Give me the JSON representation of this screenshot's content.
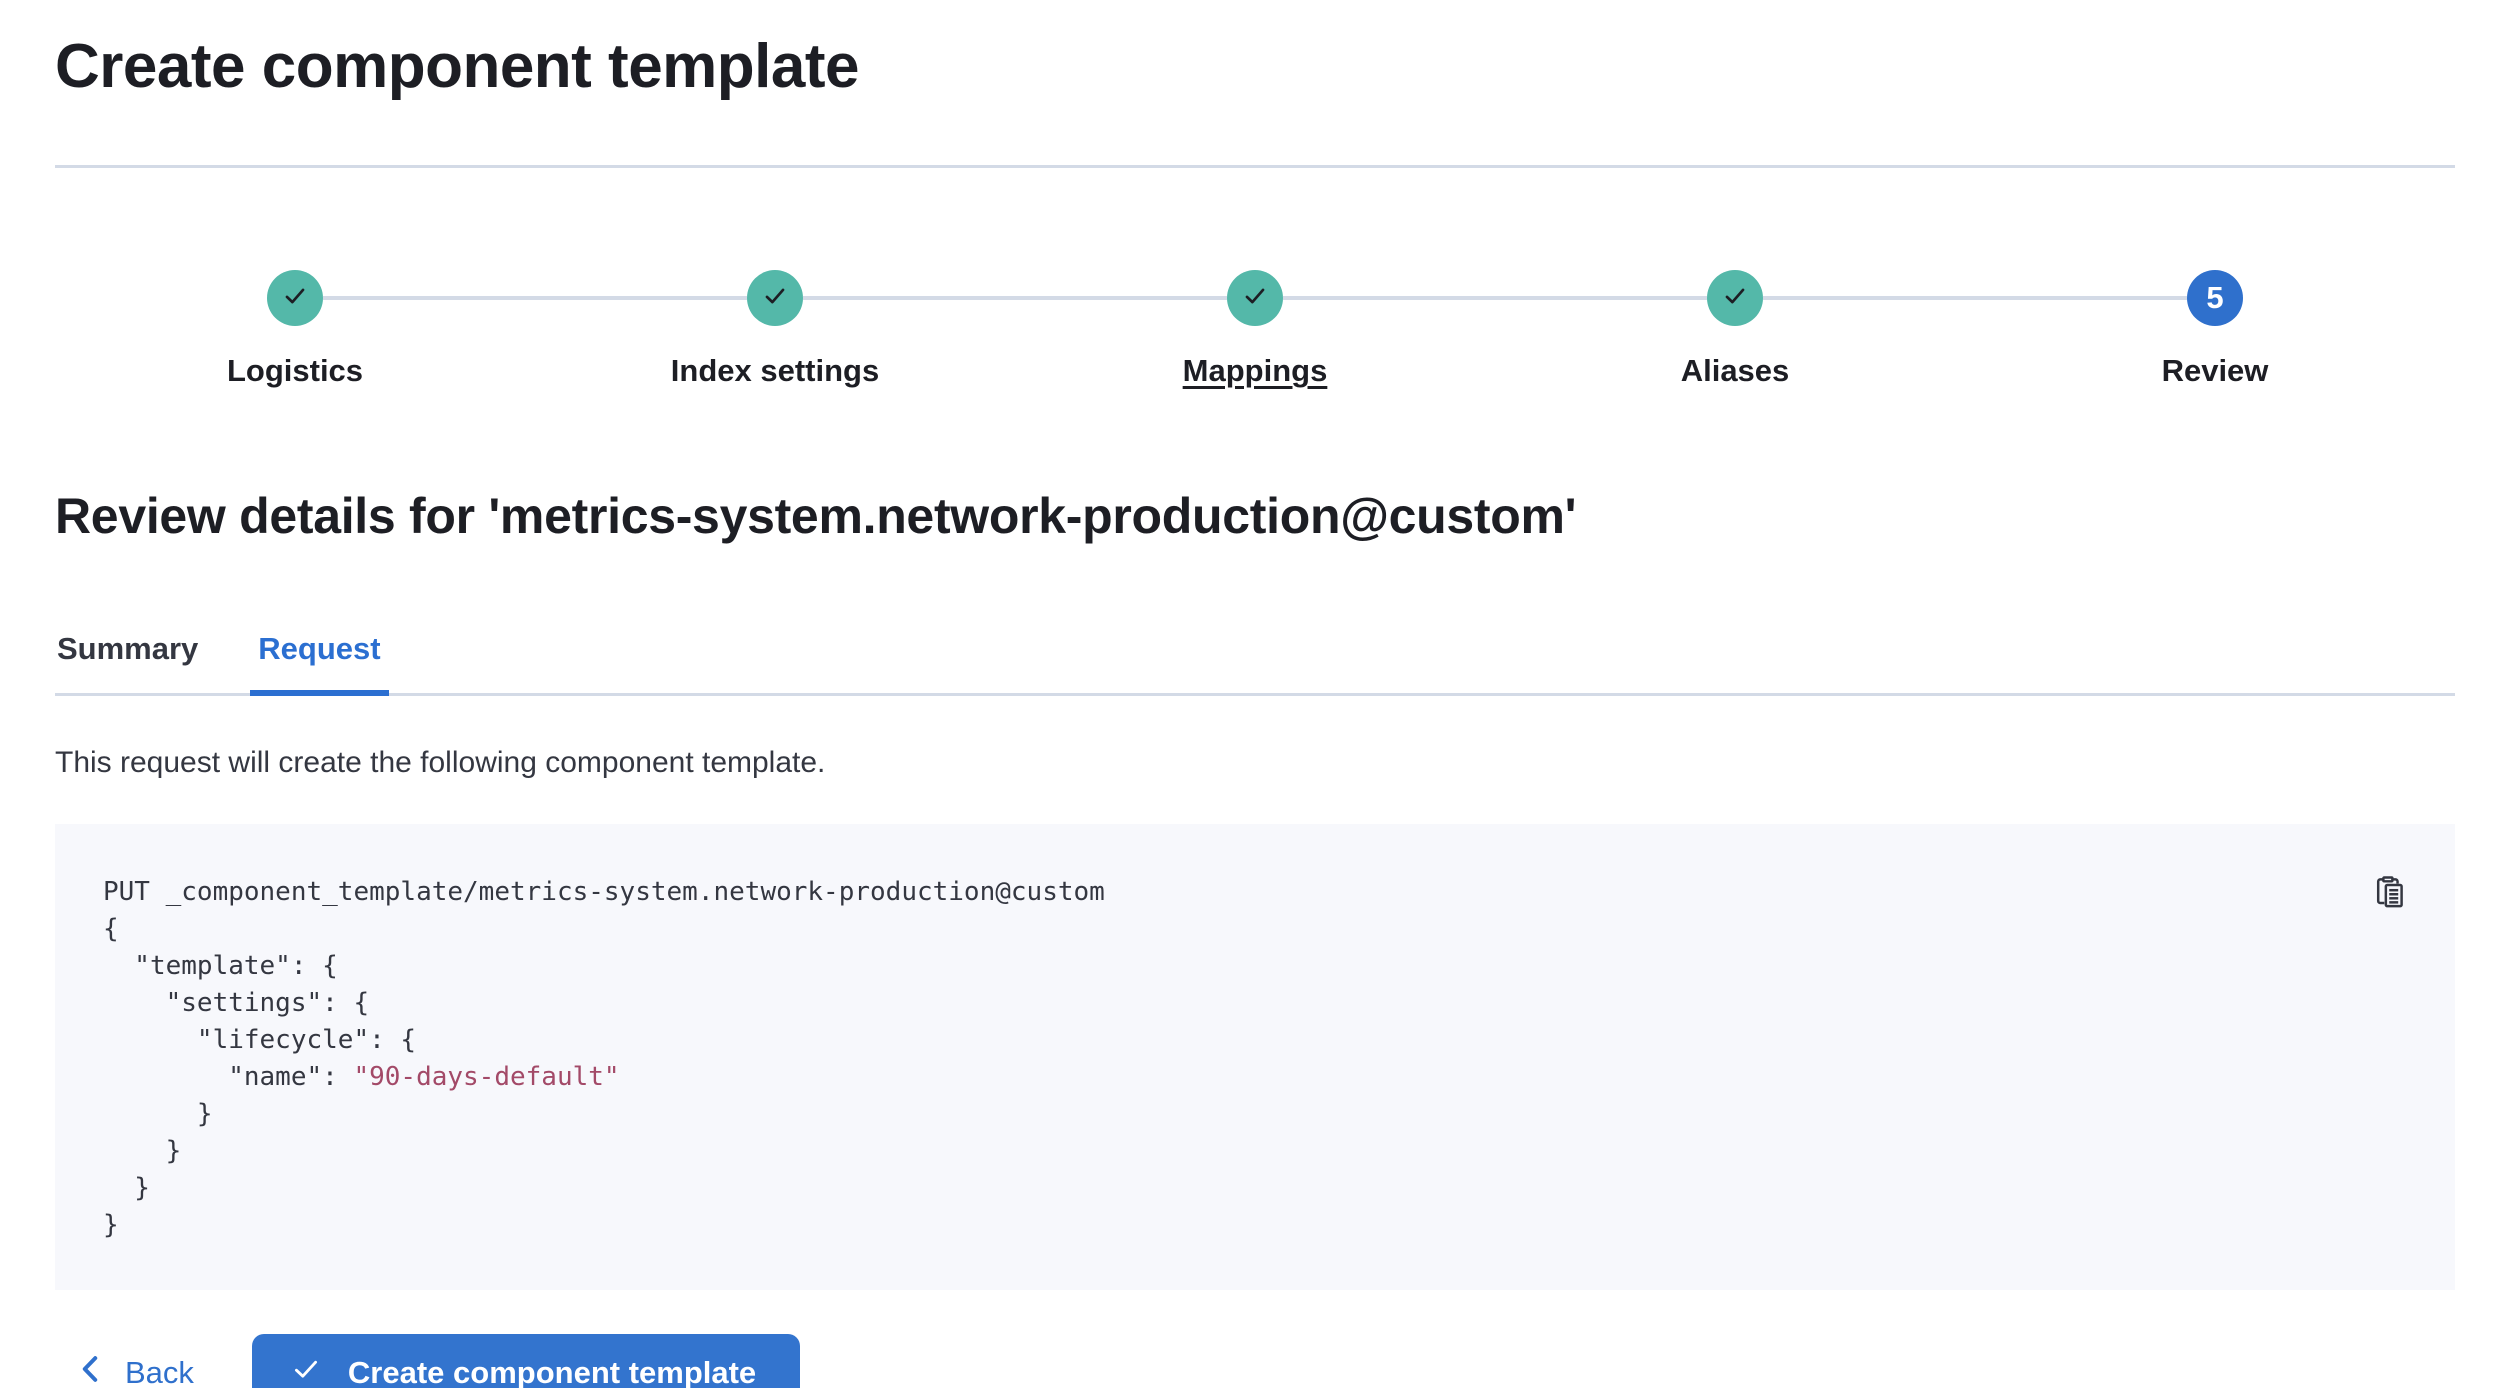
{
  "page": {
    "title": "Create component template"
  },
  "stepper": {
    "steps": [
      {
        "label": "Logistics",
        "status": "complete",
        "underlined": false
      },
      {
        "label": "Index settings",
        "status": "complete",
        "underlined": false
      },
      {
        "label": "Mappings",
        "status": "complete",
        "underlined": true
      },
      {
        "label": "Aliases",
        "status": "complete",
        "underlined": false
      },
      {
        "label": "Review",
        "status": "current",
        "underlined": false,
        "number": "5"
      }
    ]
  },
  "review": {
    "heading": "Review details for 'metrics-system.network-production@custom'",
    "tabs": [
      {
        "label": "Summary",
        "active": false
      },
      {
        "label": "Request",
        "active": true
      }
    ],
    "description": "This request will create the following component template."
  },
  "code": {
    "copy_icon": "copy-clipboard-icon",
    "lines": [
      {
        "segments": [
          {
            "text": "PUT _component_template/metrics-system.network-production@custom",
            "type": "default"
          }
        ]
      },
      {
        "segments": [
          {
            "text": "{",
            "type": "default"
          }
        ]
      },
      {
        "segments": [
          {
            "text": "  \"template\": {",
            "type": "default"
          }
        ]
      },
      {
        "segments": [
          {
            "text": "    \"settings\": {",
            "type": "default"
          }
        ]
      },
      {
        "segments": [
          {
            "text": "      \"lifecycle\": {",
            "type": "default"
          }
        ]
      },
      {
        "segments": [
          {
            "text": "        \"name\": ",
            "type": "default"
          },
          {
            "text": "\"90-days-default\"",
            "type": "string"
          }
        ]
      },
      {
        "segments": [
          {
            "text": "      }",
            "type": "default"
          }
        ]
      },
      {
        "segments": [
          {
            "text": "    }",
            "type": "default"
          }
        ]
      },
      {
        "segments": [
          {
            "text": "  }",
            "type": "default"
          }
        ]
      },
      {
        "segments": [
          {
            "text": "}",
            "type": "default"
          }
        ]
      }
    ]
  },
  "footer": {
    "back_label": "Back",
    "create_label": "Create component template"
  },
  "colors": {
    "primary_blue": "#2f70cc",
    "tab_blue": "#2b6fd1",
    "button_blue": "#3374ce",
    "step_complete_teal": "#54b8a9",
    "check_dark": "#1d1e24",
    "divider_gray": "#d3dae6",
    "code_background": "#f7f8fc",
    "code_text": "#343741",
    "code_string": "#a34a68",
    "heading_text": "#1d1e24",
    "body_text": "#343741"
  }
}
